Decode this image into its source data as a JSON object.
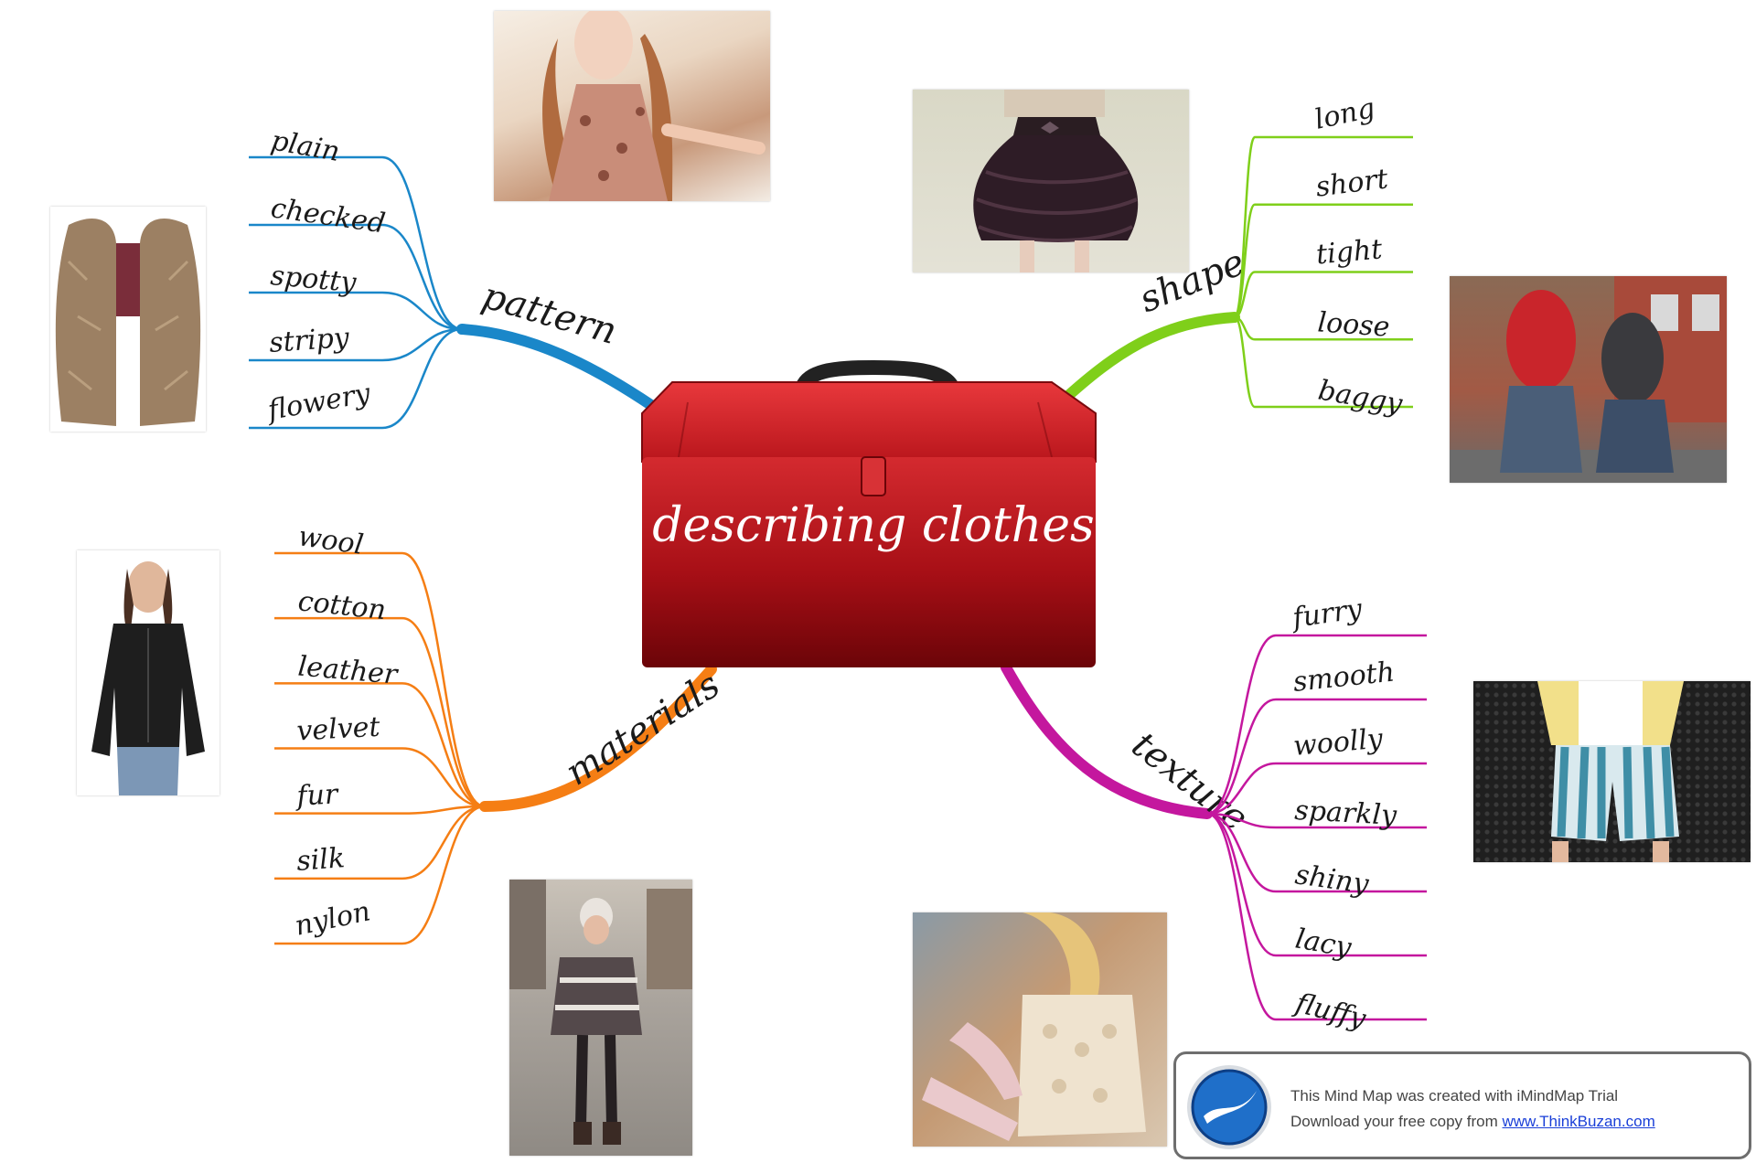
{
  "diagram": {
    "title": "describing clothes",
    "branches": [
      {
        "label": "pattern",
        "color": "#1a87c9",
        "words": [
          "plain",
          "checked",
          "spotty",
          "stripy",
          "flowery"
        ]
      },
      {
        "label": "shape",
        "color": "#7fcf1a",
        "words": [
          "long",
          "short",
          "tight",
          "loose",
          "baggy"
        ]
      },
      {
        "label": "materials",
        "color": "#f57e14",
        "words": [
          "wool",
          "cotton",
          "leather",
          "velvet",
          "fur",
          "silk",
          "nylon"
        ]
      },
      {
        "label": "texture",
        "color": "#c4179e",
        "words": [
          "furry",
          "smooth",
          "woolly",
          "sparkly",
          "shiny",
          "lacy",
          "fluffy"
        ]
      }
    ]
  },
  "toolbox_color": "#b8141c",
  "photos": [
    {
      "name": "photo-floral-dress",
      "icon": "floral-dress-photo"
    },
    {
      "name": "photo-fur-vest",
      "icon": "fur-vest-photo"
    },
    {
      "name": "photo-ruffled-skirt",
      "icon": "ruffled-skirt-photo"
    },
    {
      "name": "photo-baggy-jeans",
      "icon": "baggy-jeans-photo"
    },
    {
      "name": "photo-leather-jacket",
      "icon": "leather-jacket-photo"
    },
    {
      "name": "photo-oversized-sweater",
      "icon": "oversized-sweater-photo"
    },
    {
      "name": "photo-lace-top",
      "icon": "lace-top-photo"
    },
    {
      "name": "photo-striped-shorts",
      "icon": "striped-shorts-photo"
    }
  ],
  "banner": {
    "line1": "This Mind Map was created with iMindMap Trial",
    "line2_prefix": "Download your free copy from ",
    "link": "www.ThinkBuzan.com"
  }
}
